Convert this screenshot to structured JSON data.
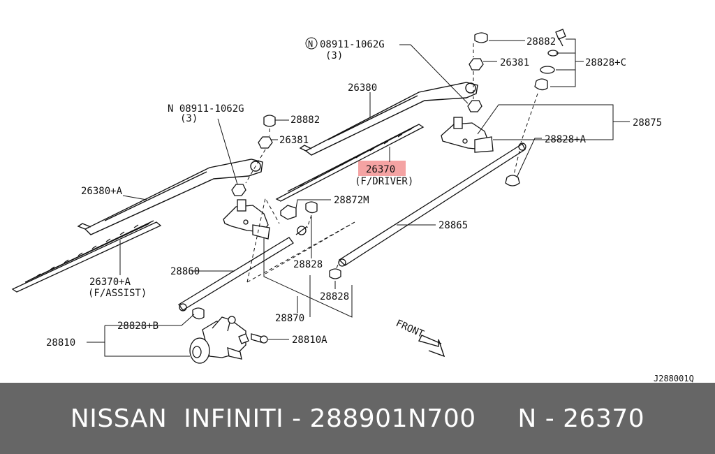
{
  "diagram": {
    "callouts": {
      "nut_top": "08911-1062G",
      "nut_top_qty": "(3)",
      "nut_left": "N 08911-1062G",
      "nut_left_qty": "(3)",
      "cap_top": "28882",
      "cap_left": "28882",
      "nut_26381_top": "26381",
      "nut_26381_left": "26381",
      "hw_c": "28828+C",
      "arm_driver": "26380",
      "arm_assist": "26380+A",
      "blade_driver": "26370",
      "blade_driver_note": "(F/DRIVER)",
      "blade_assist": "26370+A",
      "blade_assist_note": "(F/ASSIST)",
      "link_assy": "28875",
      "hw_a": "28828+A",
      "bracket": "28872M",
      "rod_right": "28865",
      "rod_left": "28860",
      "bush_mid": "28828",
      "bush_low": "28828",
      "linkage": "28870",
      "hw_b": "28828+B",
      "motor": "28810",
      "bolt": "28810A",
      "front": "FRONT",
      "diagram_code": "J288001Q"
    },
    "highlight_color": "#f4a3a3"
  },
  "footer": {
    "text": "NISSAN  INFINITI - 288901N700     N - 26370",
    "background": "#666666"
  }
}
